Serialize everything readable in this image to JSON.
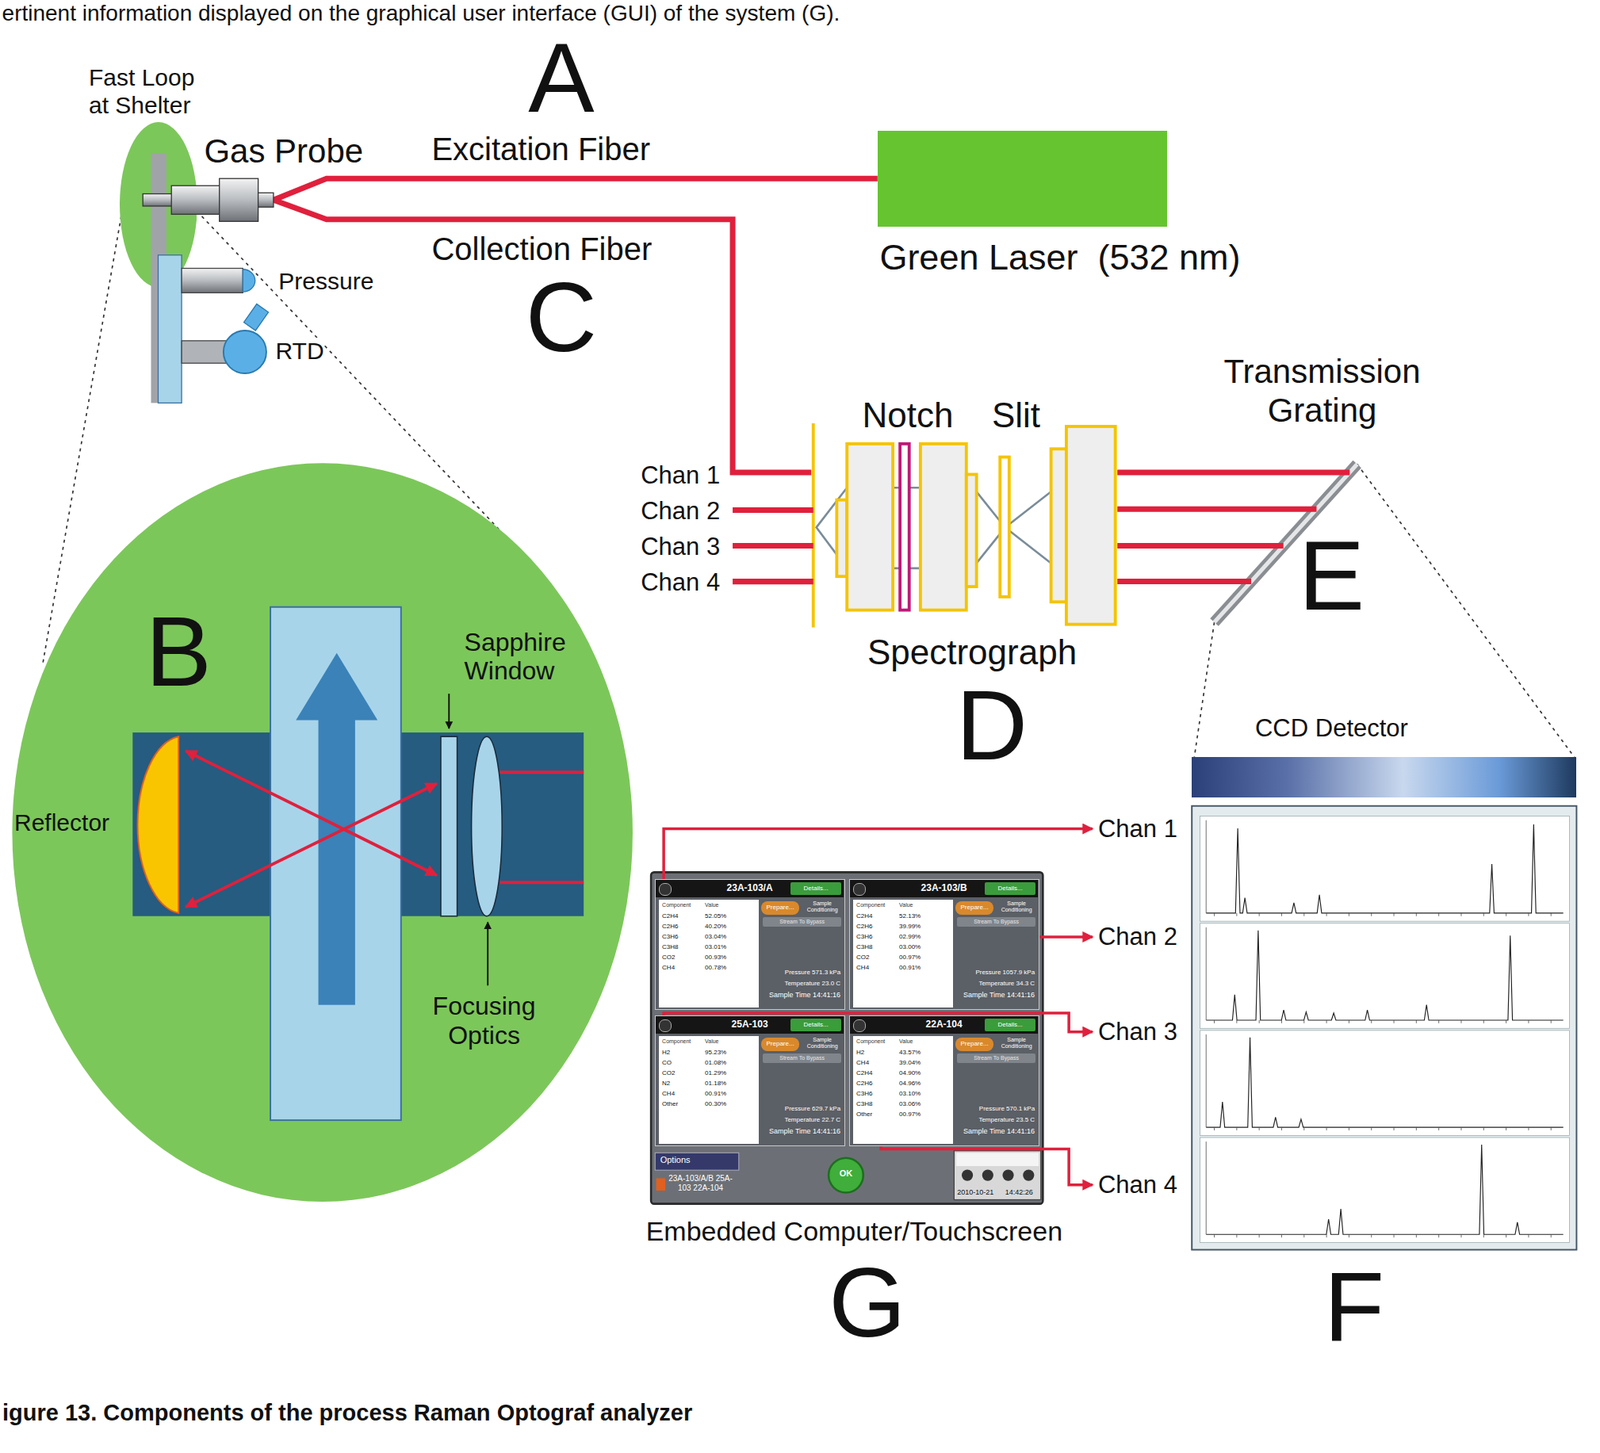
{
  "diagram": {
    "caption": "igure 13. Components of the process Raman Optograf analyzer",
    "nodes": [
      {
        "text": [
          "Fast Loop at Shelter"
        ]
      },
      {
        "text": [
          "Gas Probe"
        ],
        "in": 0
      },
      {
        "text": [
          "Green Laser  (532 nm)"
        ]
      },
      {
        "text": [
          "Spectrograph"
        ]
      },
      {
        "text": [
          "Transmission Grating"
        ]
      },
      {
        "text": [
          "CCD Detector"
        ]
      },
      {
        "text": [
          "Embedded Computer/Touchscreen"
        ]
      },
      {
        "text": [
          "23A-103/A",
          "Details...",
          "Prepare...",
          "Sample Conditioning",
          "Stream To Bypass",
          "Component",
          "Value",
          "C2H4",
          "52.05%",
          "C2H6",
          "40.20%",
          "C3H6",
          "03.04%",
          "C3H8",
          "03.01%",
          "CO2",
          "00.93%",
          "CH4",
          "00.78%",
          "Pressure 571.3 kPa",
          "Temperature 23.0 C",
          "Sample Time 14:41:16"
        ],
        "in": 6
      },
      {
        "text": [
          "23A-103/B",
          "Details...",
          "Prepare...",
          "Sample Conditioning",
          "Stream To Bypass",
          "Component",
          "Value",
          "C2H4",
          "52.13%",
          "C2H6",
          "39.99%",
          "C3H6",
          "02.99%",
          "C3H8",
          "03.00%",
          "CO2",
          "00.97%",
          "CH4",
          "00.91%",
          "Pressure 1057.9 kPa",
          "Temperature 34.3 C",
          "Sample Time 14:41:16"
        ],
        "in": 6
      },
      {
        "text": [
          "25A-103",
          "Details...",
          "Prepare...",
          "Sample Conditioning",
          "Stream To Bypass",
          "Component",
          "Value",
          "H2",
          "95.23%",
          "CO",
          "01.08%",
          "CO2",
          "01.29%",
          "N2",
          "01.18%",
          "CH4",
          "00.91%",
          "Other",
          "00.30%",
          "Pressure 629.7 kPa",
          "Temperature 22.7 C",
          "Sample Time 14:41:16"
        ],
        "in": 6
      },
      {
        "text": [
          "22A-104",
          "Details...",
          "Prepare...",
          "Sample Conditioning",
          "Stream To Bypass",
          "Component",
          "Value",
          "H2",
          "43.57%",
          "CH4",
          "39.04%",
          "C2H4",
          "04.90%",
          "C2H6",
          "04.96%",
          "C3H6",
          "03.10%",
          "C3H8",
          "03.06%",
          "Other",
          "00.97%",
          "Pressure 570.1 kPa",
          "Temperature 23.5 C",
          "Sample Time 14:41:16"
        ],
        "in": 6
      },
      {
        "text": [
          "Chan 1"
        ]
      },
      {
        "text": [
          "Chan 2"
        ]
      },
      {
        "text": [
          "Chan 3"
        ]
      },
      {
        "text": [
          "Chan 4"
        ]
      }
    ],
    "edges": [
      {
        "from": 2,
        "to": 1,
        "arrow": "none",
        "label": "Excitation Fiber"
      },
      {
        "from": 1,
        "to": 3,
        "arrow": "none",
        "label": "Collection Fiber"
      },
      {
        "from": 3,
        "to": 4,
        "arrow": "none"
      },
      {
        "from": 7,
        "to": 11,
        "arrow": "to"
      },
      {
        "from": 8,
        "to": 12,
        "arrow": "to"
      },
      {
        "from": 9,
        "to": 13,
        "arrow": "to"
      },
      {
        "from": 10,
        "to": 14,
        "arrow": "to"
      }
    ],
    "labels": [
      "ertinent information displayed on the graphical user interface (GUI) of the system (G).",
      "A",
      "Pressure",
      "RTD",
      "C",
      "Chan 1",
      "Chan 2",
      "Chan 3",
      "Chan 4",
      "Notch",
      "Slit",
      "E",
      "D",
      "B",
      "Reflector",
      "Sapphire Window",
      "Focusing Optics",
      "Options",
      "23A-103/A/B 25A-103 22A-104",
      "OK",
      "2010-10-21",
      "14:42:26",
      "G",
      "F"
    ]
  }
}
